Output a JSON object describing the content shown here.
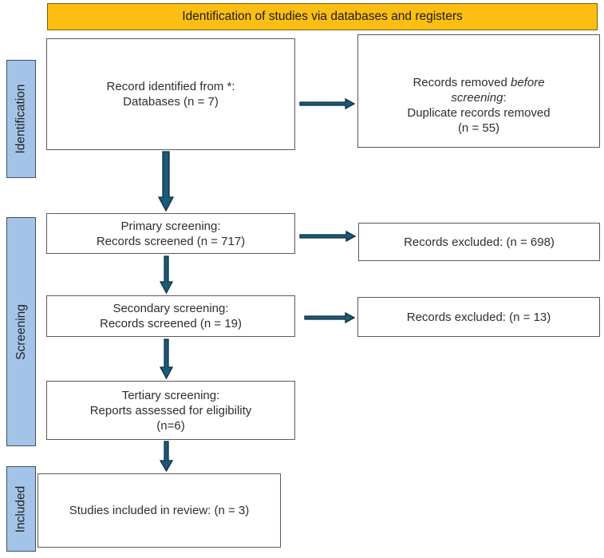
{
  "banner": {
    "label": "Identification of studies via databases and registers"
  },
  "stages": [
    {
      "label": "Identification"
    },
    {
      "label": "Screening"
    },
    {
      "label": "Included"
    }
  ],
  "boxes": {
    "identified": {
      "line1": "Record identified from *:",
      "line2": "Databases (n = 7)"
    },
    "removed": {
      "line1_text": "Records removed ",
      "line1_em": "before",
      "line2_em": "screening",
      "line2_text": ":",
      "line3": "Duplicate records removed",
      "line4": "(n = 55)"
    },
    "primary": {
      "line1": "Primary screening:",
      "line2": "Records screened (n = 717)"
    },
    "excluded_primary": {
      "label": "Records excluded: (n = 698)"
    },
    "secondary": {
      "line1": "Secondary screening:",
      "line2": "Records screened (n = 19)"
    },
    "excluded_secondary": {
      "label": "Records excluded: (n = 13)"
    },
    "tertiary": {
      "line1": "Tertiary screening:",
      "line2": "Reports assessed for eligibility",
      "line3": "(n=6)"
    },
    "included": {
      "label": "Studies included in review: (n = 3)"
    }
  },
  "colors": {
    "banner_bg": "#fcbe12",
    "banner_border": "#7a5f04",
    "stage_bg": "#a3c4e8",
    "stage_border": "#3f4f5f",
    "box_border": "#595959",
    "arrow_fill": "#1c5a78",
    "arrow_stroke": "#0d2f40",
    "text": "#2e2e2e"
  }
}
